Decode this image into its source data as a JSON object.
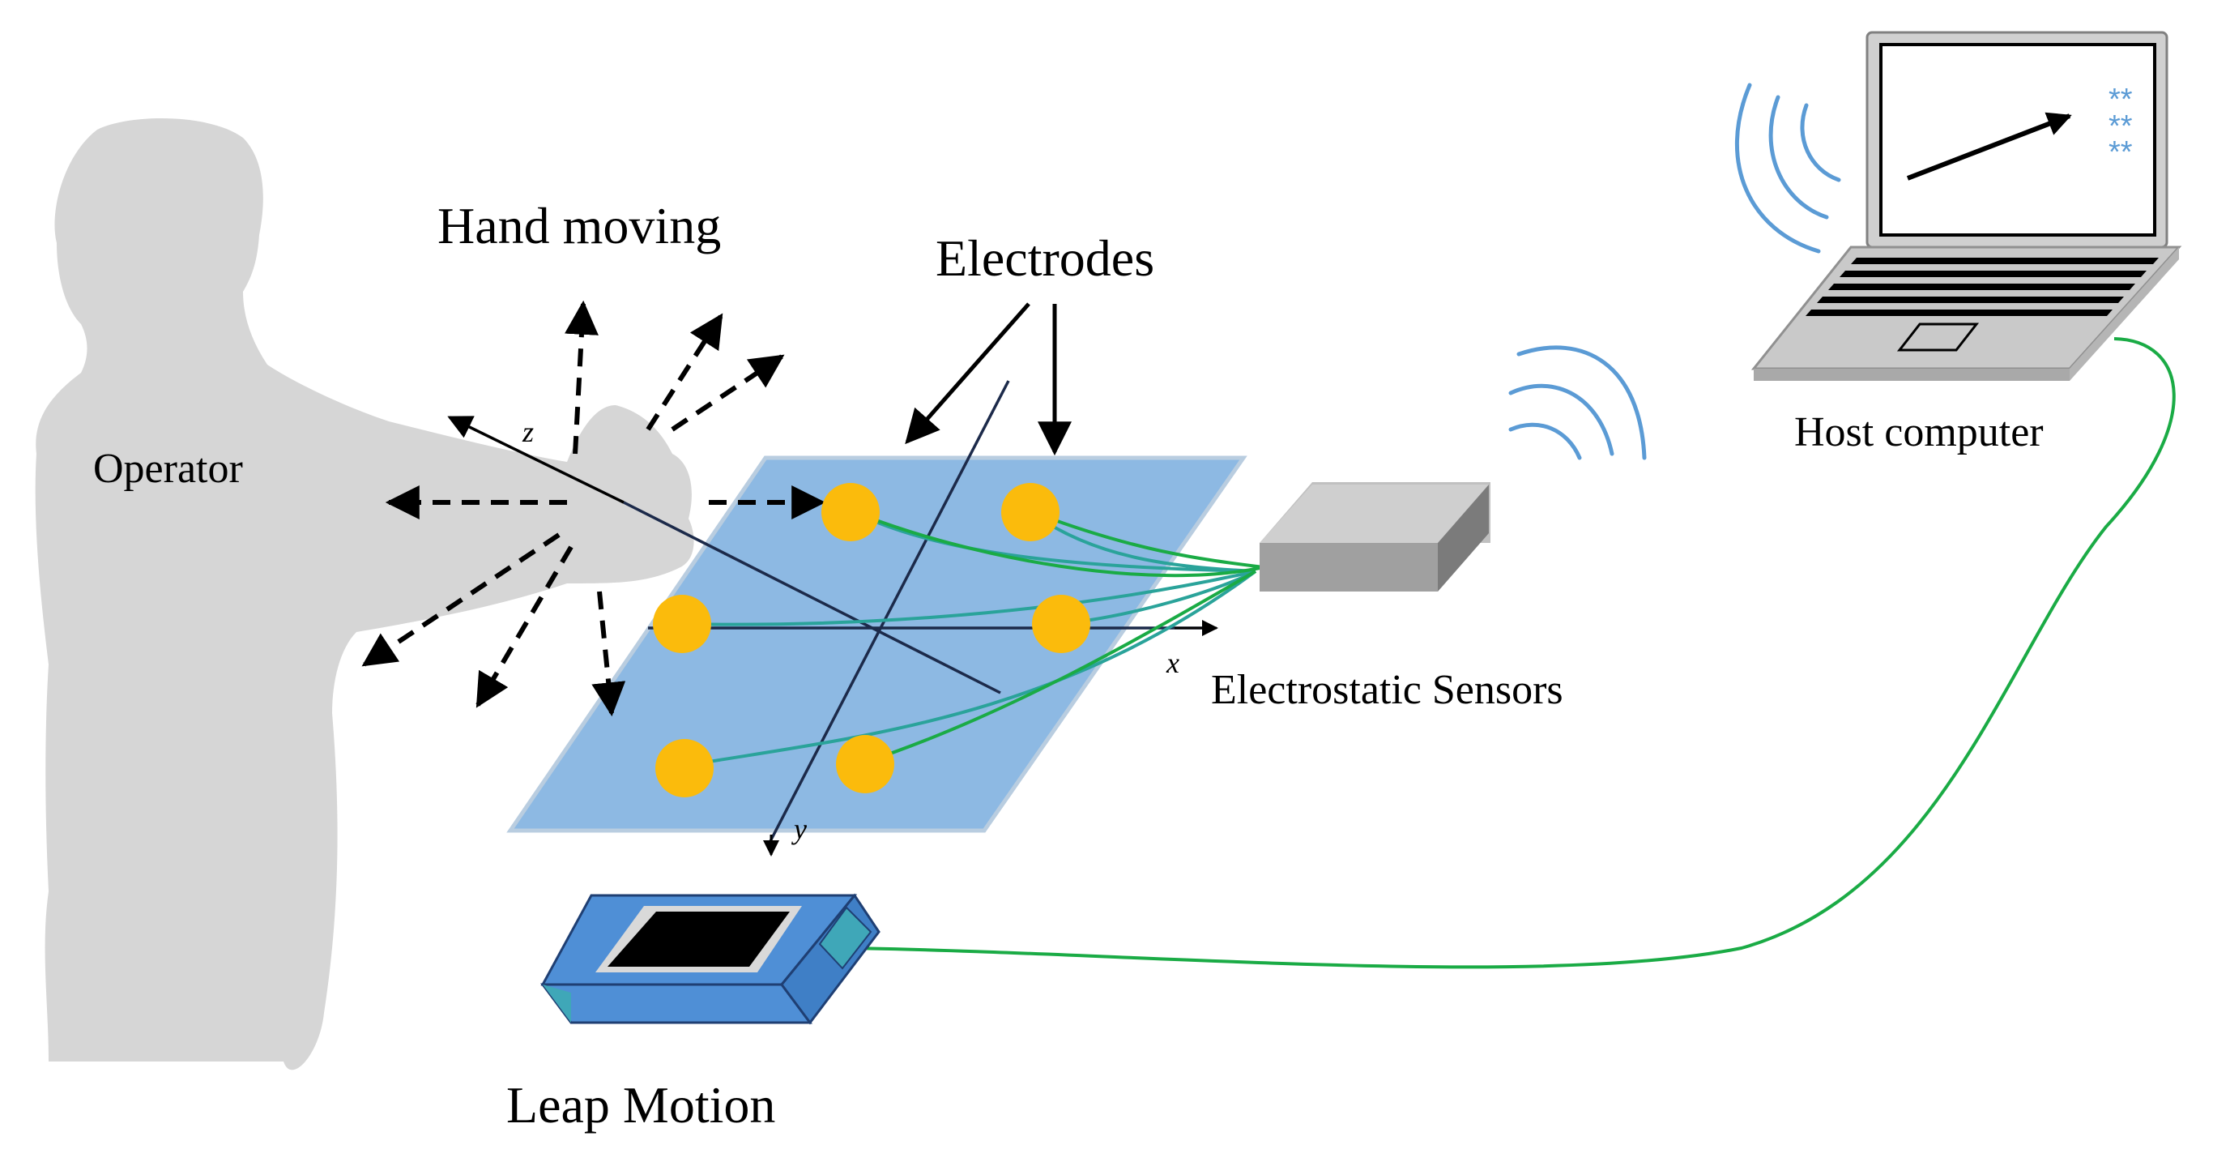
{
  "labels": {
    "operator": "Operator",
    "hand_moving": "Hand moving",
    "electrodes": "Electrodes",
    "electrostatic_sensors": "Electrostatic Sensors",
    "host_computer": "Host computer",
    "leap_motion": "Leap Motion",
    "axis_x": "x",
    "axis_y": "y",
    "axis_z": "z",
    "screen_stars": [
      "**",
      "**",
      "**"
    ]
  },
  "colors": {
    "silhouette": "#d6d6d6",
    "plate": "#8db9e3",
    "plate_edge": "#b9cde0",
    "electrode": "#fbbb0c",
    "teal_wire": "#2aa39a",
    "green_wire": "#1aab45",
    "signal": "#5b9bd5",
    "leap_body": "#4f8fd6",
    "sensor_box": "#a0a0a0",
    "laptop_body": "#c9c9c9"
  }
}
